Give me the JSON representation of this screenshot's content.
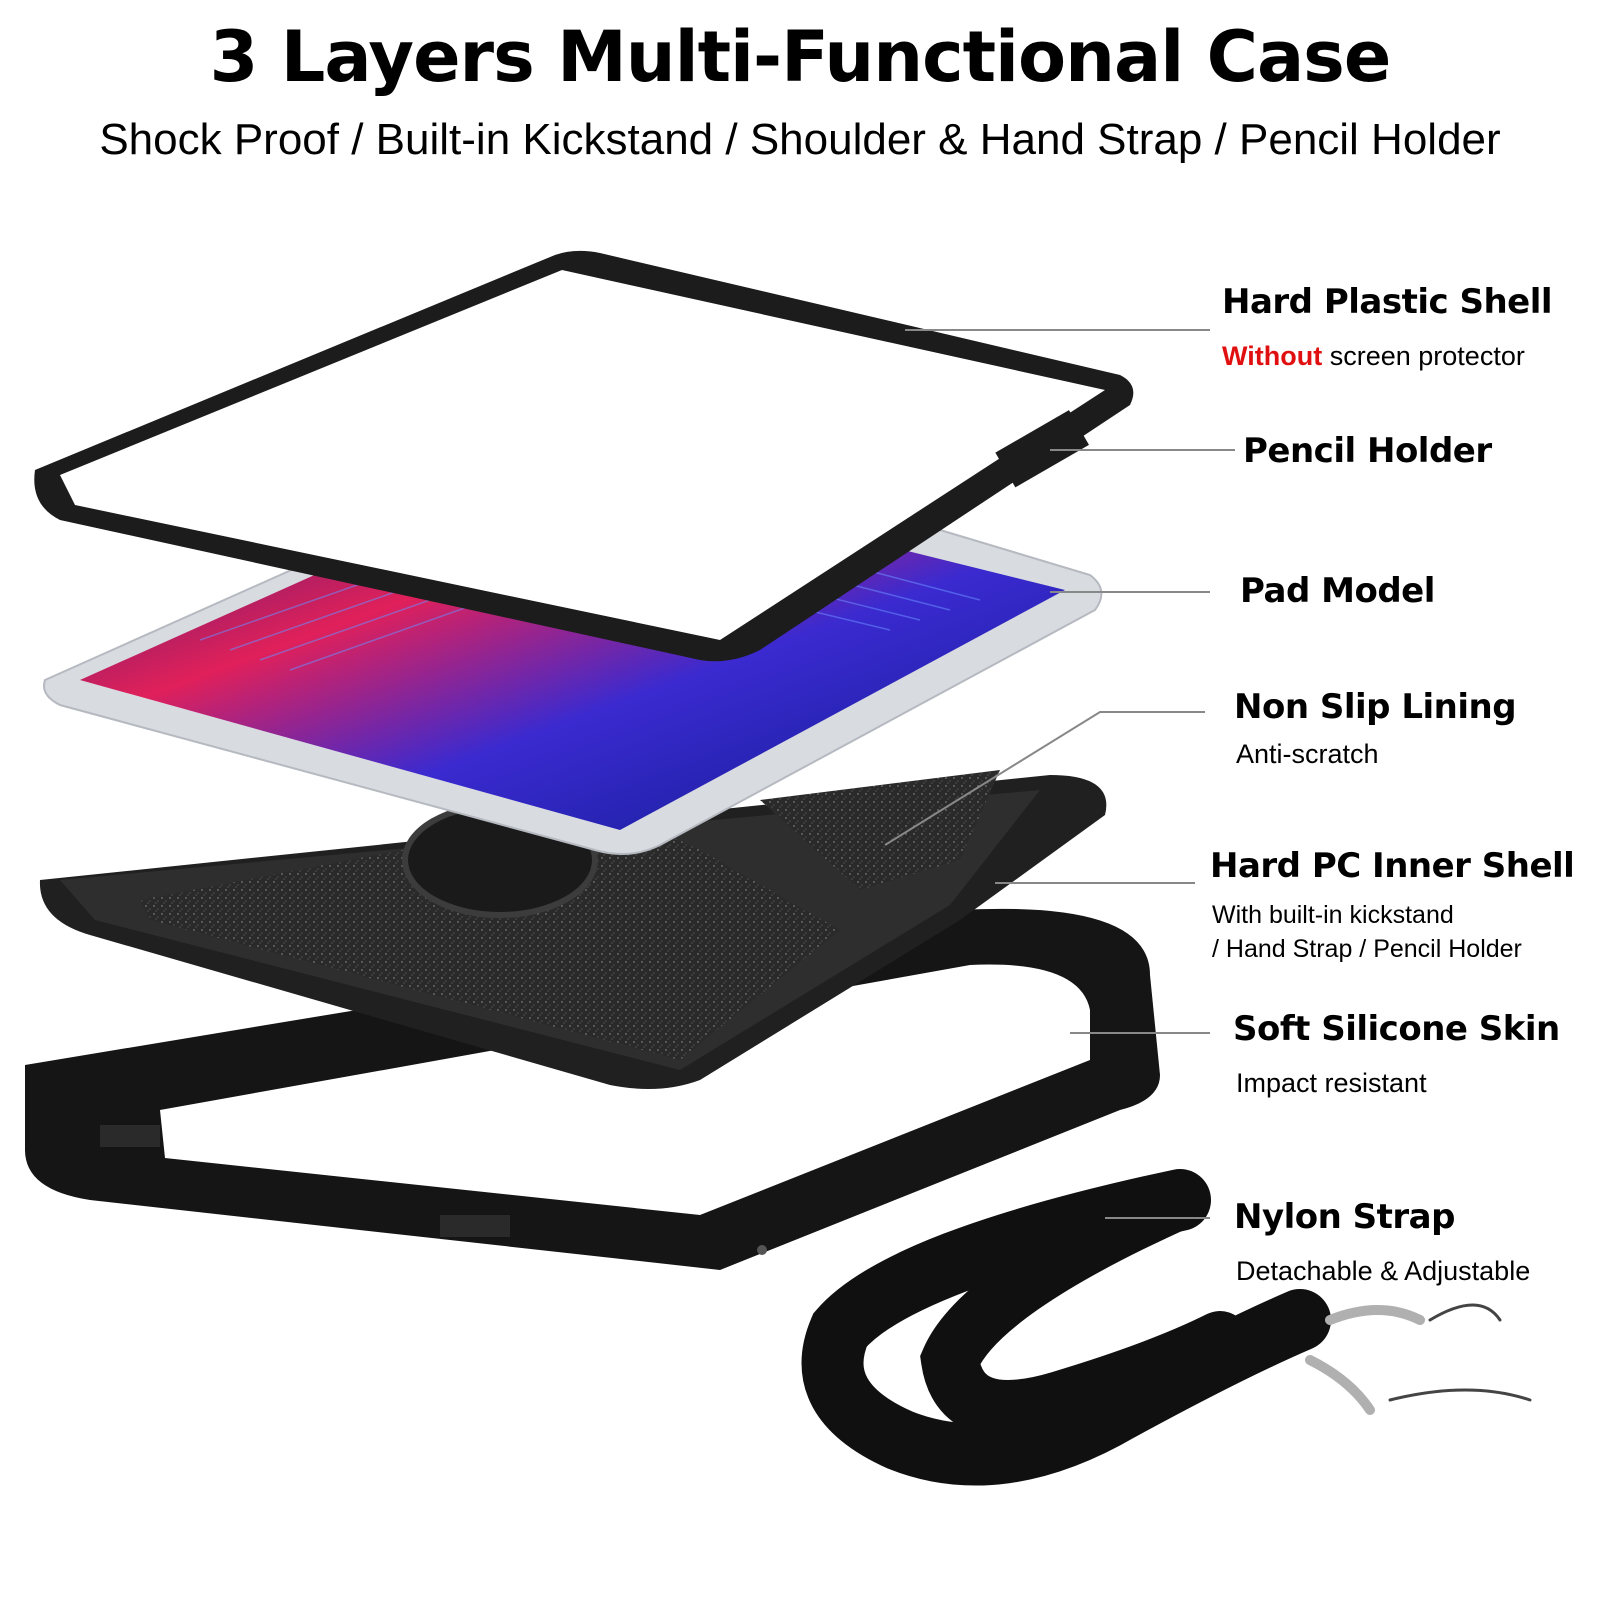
{
  "header": {
    "title": "3 Layers Multi-Functional Case",
    "subtitle": "Shock Proof / Built-in Kickstand / Shoulder & Hand Strap / Pencil Holder"
  },
  "callouts": {
    "hard_plastic_shell": {
      "label": "Hard Plastic Shell",
      "emphasis": "Without",
      "desc": "screen protector"
    },
    "pencil_holder": {
      "label": "Pencil Holder"
    },
    "pad_model": {
      "label": "Pad Model"
    },
    "non_slip_lining": {
      "label": "Non Slip Lining",
      "desc": "Anti-scratch"
    },
    "hard_pc_inner_shell": {
      "label": "Hard PC Inner Shell",
      "desc_line1": "With built-in kickstand",
      "desc_line2": "/ Hand Strap / Pencil Holder"
    },
    "soft_silicone_skin": {
      "label": "Soft Silicone Skin",
      "desc": "Impact resistant"
    },
    "nylon_strap": {
      "label": "Nylon Strap",
      "desc": "Detachable & Adjustable"
    }
  },
  "colors": {
    "accent_red": "#e01010",
    "leader_line": "#888888",
    "case_black": "#161616"
  }
}
